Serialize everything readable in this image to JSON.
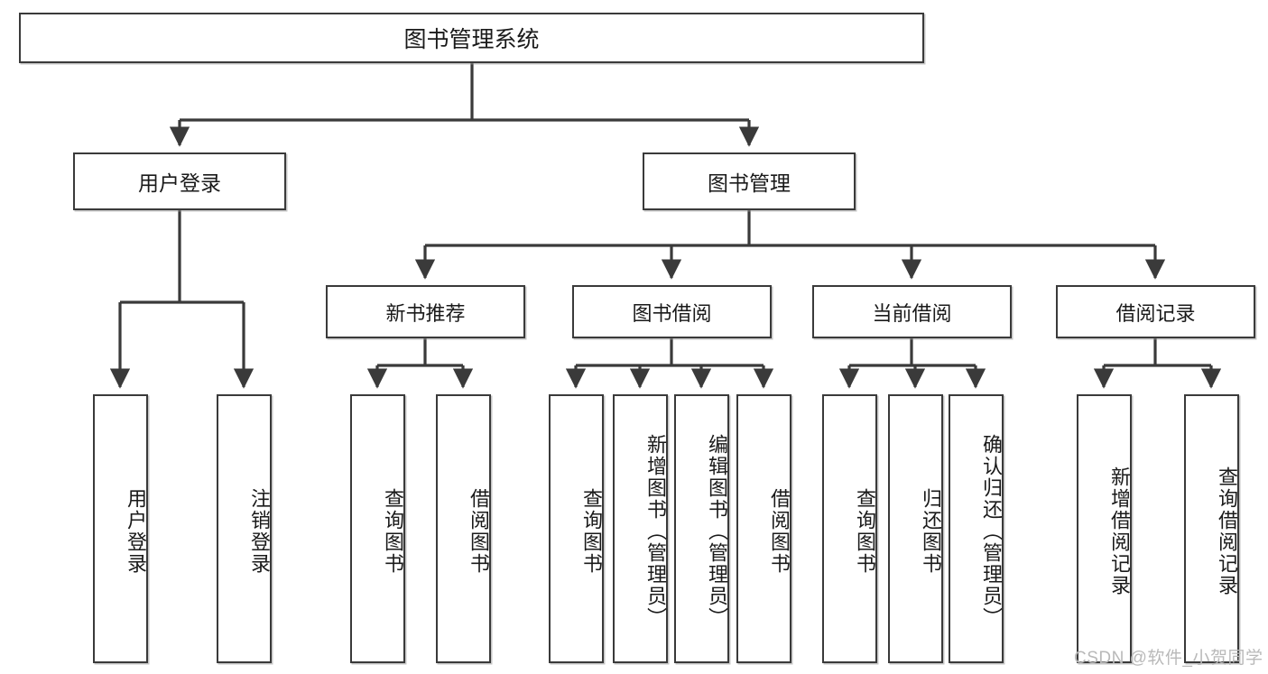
{
  "diagram": {
    "title": "图书管理系统",
    "type": "tree",
    "orientation": "top-down",
    "colors": {
      "box_border": "#3a3a3a",
      "box_fill": "#ffffff",
      "edge": "#3a3a3a",
      "text": "#1a1a1a",
      "watermark": "#b9b9b9"
    },
    "root": {
      "id": "root",
      "label": "图书管理系统"
    },
    "level1": [
      {
        "id": "n-user-login",
        "label": "用户登录"
      },
      {
        "id": "n-book-manage",
        "label": "图书管理"
      }
    ],
    "level2": [
      {
        "id": "n-new-book",
        "label": "新书推荐",
        "parent": "n-book-manage"
      },
      {
        "id": "n-borrow",
        "label": "图书借阅",
        "parent": "n-book-manage"
      },
      {
        "id": "n-current",
        "label": "当前借阅",
        "parent": "n-book-manage"
      },
      {
        "id": "n-record",
        "label": "借阅记录",
        "parent": "n-book-manage"
      }
    ],
    "leaves": [
      {
        "id": "l-user-login",
        "label": "用户登录",
        "parent": "n-user-login"
      },
      {
        "id": "l-user-logout",
        "label": "注销登录",
        "parent": "n-user-login"
      },
      {
        "id": "l-new-query",
        "label": "查询图书",
        "parent": "n-new-book"
      },
      {
        "id": "l-new-borrow",
        "label": "借阅图书",
        "parent": "n-new-book"
      },
      {
        "id": "l-bor-query",
        "label": "查询图书",
        "parent": "n-borrow"
      },
      {
        "id": "l-bor-add",
        "label": "新增图书（管理员）",
        "parent": "n-borrow"
      },
      {
        "id": "l-bor-edit",
        "label": "编辑图书（管理员）",
        "parent": "n-borrow"
      },
      {
        "id": "l-bor-borrow",
        "label": "借阅图书",
        "parent": "n-borrow"
      },
      {
        "id": "l-cur-query",
        "label": "查询图书",
        "parent": "n-current"
      },
      {
        "id": "l-cur-return",
        "label": "归还图书",
        "parent": "n-current"
      },
      {
        "id": "l-cur-confirm",
        "label": "确认归还（管理员）",
        "parent": "n-current"
      },
      {
        "id": "l-rec-add",
        "label": "新增借阅记录",
        "parent": "n-record"
      },
      {
        "id": "l-rec-query",
        "label": "查询借阅记录",
        "parent": "n-record"
      }
    ],
    "watermark": "CSDN @软件_小贺同学"
  }
}
